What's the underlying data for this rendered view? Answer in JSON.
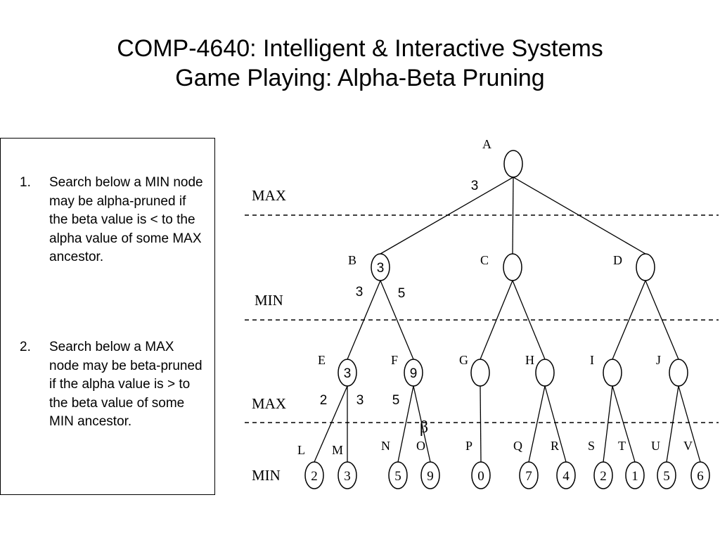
{
  "title": {
    "line1": "COMP-4640: Intelligent & Interactive Systems",
    "line2": "Game Playing: Alpha-Beta Pruning"
  },
  "rules": [
    {
      "num": "1.",
      "text": "Search below a MIN node may be alpha-pruned if the beta value is < to the alpha value of some MAX ancestor."
    },
    {
      "num": "2.",
      "text": "Search below a MAX node may be beta-pruned if the alpha value is > to the beta value of some MIN ancestor."
    }
  ],
  "levels": [
    "MAX",
    "MIN",
    "MAX",
    "MIN"
  ],
  "nodes": {
    "A": {
      "label": "A",
      "value": ""
    },
    "B": {
      "label": "B",
      "value": "3"
    },
    "C": {
      "label": "C",
      "value": ""
    },
    "D": {
      "label": "D",
      "value": ""
    },
    "E": {
      "label": "E",
      "value": "3"
    },
    "F": {
      "label": "F",
      "value": "9"
    },
    "G": {
      "label": "G",
      "value": ""
    },
    "H": {
      "label": "H",
      "value": ""
    },
    "I": {
      "label": "I",
      "value": ""
    },
    "J": {
      "label": "J",
      "value": ""
    },
    "L": {
      "label": "L",
      "value": "2"
    },
    "M": {
      "label": "M",
      "value": "3"
    },
    "N": {
      "label": "N",
      "value": "5"
    },
    "O": {
      "label": "O",
      "value": "9"
    },
    "P": {
      "label": "P",
      "value": "0"
    },
    "Q": {
      "label": "Q",
      "value": "7"
    },
    "R": {
      "label": "R",
      "value": "4"
    },
    "S": {
      "label": "S",
      "value": "2"
    },
    "T": {
      "label": "T",
      "value": "1"
    },
    "U": {
      "label": "U",
      "value": "5"
    },
    "V": {
      "label": "V",
      "value": "6"
    }
  },
  "edges": [
    [
      "A",
      "B"
    ],
    [
      "A",
      "C"
    ],
    [
      "A",
      "D"
    ],
    [
      "B",
      "E"
    ],
    [
      "B",
      "F"
    ],
    [
      "C",
      "G"
    ],
    [
      "C",
      "H"
    ],
    [
      "D",
      "I"
    ],
    [
      "D",
      "J"
    ],
    [
      "E",
      "L"
    ],
    [
      "E",
      "M"
    ],
    [
      "F",
      "N"
    ],
    [
      "F",
      "O"
    ],
    [
      "G",
      "P"
    ],
    [
      "H",
      "Q"
    ],
    [
      "H",
      "R"
    ],
    [
      "I",
      "S"
    ],
    [
      "I",
      "T"
    ],
    [
      "J",
      "U"
    ],
    [
      "J",
      "V"
    ]
  ],
  "annotations": {
    "a_alpha": "3",
    "b_left": "3",
    "b_right": "5",
    "e_left": "2",
    "e_right": "3",
    "f_left": "5",
    "beta_symbol": "β"
  }
}
